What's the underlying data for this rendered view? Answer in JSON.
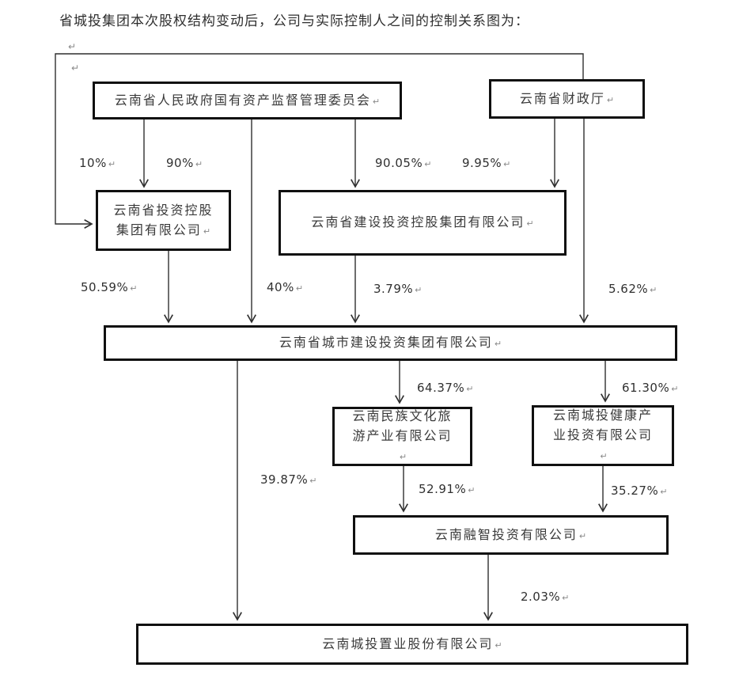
{
  "title": "省城投集团本次股权结构变动后，公司与实际控制人之间的控制关系图为：",
  "marks": {
    "return": "↵"
  },
  "diagram": {
    "nodes": {
      "sasac": {
        "label": "云南省人民政府国有资产监督管理委员会"
      },
      "finance": {
        "label": "云南省财政厅"
      },
      "invest_holding": {
        "label": "云南省投资控股集团有限公司"
      },
      "construction_holding": {
        "label": "云南省建设投资控股集团有限公司"
      },
      "city_group": {
        "label": "云南省城市建设投资集团有限公司"
      },
      "culture_tourism": {
        "label": "云南民族文化旅游产业有限公司"
      },
      "health_industry": {
        "label": "云南城投健康产业投资有限公司"
      },
      "rongzhi": {
        "label": "云南融智投资有限公司"
      },
      "listed_company": {
        "label": "云南城投置业股份有限公司"
      }
    },
    "edges": [
      {
        "from": "finance",
        "to": "invest_holding",
        "percent": "10%"
      },
      {
        "from": "sasac",
        "to": "invest_holding",
        "percent": "90%"
      },
      {
        "from": "sasac",
        "to": "construction_holding",
        "percent": "90.05%"
      },
      {
        "from": "finance",
        "to": "construction_holding",
        "percent": "9.95%"
      },
      {
        "from": "invest_holding",
        "to": "city_group",
        "percent": "50.59%"
      },
      {
        "from": "sasac",
        "to": "city_group",
        "percent": "40%"
      },
      {
        "from": "construction_holding",
        "to": "city_group",
        "percent": "3.79%"
      },
      {
        "from": "finance",
        "to": "city_group",
        "percent": "5.62%"
      },
      {
        "from": "city_group",
        "to": "culture_tourism",
        "percent": "64.37%"
      },
      {
        "from": "city_group",
        "to": "health_industry",
        "percent": "61.30%"
      },
      {
        "from": "city_group",
        "to": "listed_company",
        "percent": "39.87%"
      },
      {
        "from": "culture_tourism",
        "to": "rongzhi",
        "percent": "52.91%"
      },
      {
        "from": "health_industry",
        "to": "rongzhi",
        "percent": "35.27%"
      },
      {
        "from": "rongzhi",
        "to": "listed_company",
        "percent": "2.03%"
      }
    ],
    "line_color": "#2f2f2f",
    "border_color": "#101010"
  }
}
